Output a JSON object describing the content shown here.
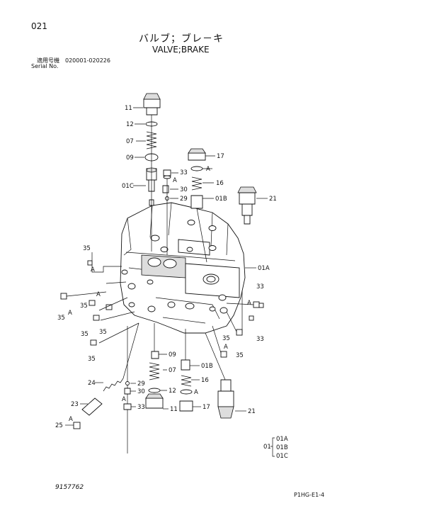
{
  "header": {
    "page_no": "021",
    "title_jp": "バルブ；ブレ－キ",
    "title_en": "VALVE;BRAKE",
    "serial_jp": "適用号機　020001-020226",
    "serial_en": "Serial No."
  },
  "footer": {
    "drawing_no": "9157762",
    "sheet_ref": "P1HG-E1-4"
  },
  "callouts": {
    "c11": "11",
    "c12": "12",
    "c07": "07",
    "c09": "09",
    "c01c": "01C",
    "c17": "17",
    "c33": "33",
    "c30": "30",
    "c29": "29",
    "c16": "16",
    "c01b": "01B",
    "c21": "21",
    "c35": "35",
    "c01a": "01A",
    "c24": "24",
    "c23": "23",
    "c25": "25",
    "ref_a": "A"
  },
  "legend": {
    "group": "01",
    "items": [
      "01A",
      "01B",
      "01C"
    ]
  }
}
